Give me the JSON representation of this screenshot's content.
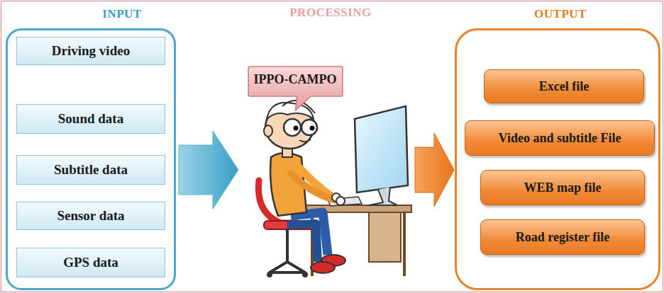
{
  "diagram": {
    "nodes": [
      {
        "text": [
          "INPUT"
        ]
      },
      {
        "text": [
          "Driving video"
        ],
        "in": 0
      },
      {
        "text": [
          "Sound data"
        ],
        "in": 0
      },
      {
        "text": [
          "Subtitle data"
        ],
        "in": 0
      },
      {
        "text": [
          "Sensor data"
        ],
        "in": 0
      },
      {
        "text": [
          "GPS data"
        ],
        "in": 0
      },
      {
        "text": [
          "IPPO-CAMPO"
        ]
      },
      {
        "text": [
          "OUTPUT"
        ]
      },
      {
        "text": [
          "Excel file"
        ],
        "in": 7
      },
      {
        "text": [
          "Video and subtitle File"
        ],
        "in": 7
      },
      {
        "text": [
          "WEB map file"
        ],
        "in": 7
      },
      {
        "text": [
          "Road register file"
        ],
        "in": 7
      }
    ],
    "labels": [
      "PROCESSING"
    ]
  }
}
